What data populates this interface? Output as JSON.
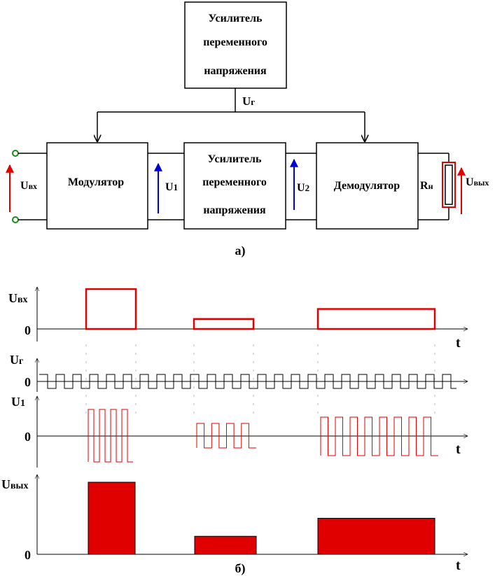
{
  "diagram_a": {
    "caption": "а)",
    "blocks": {
      "top_amp": [
        "Усилитель",
        "переменного",
        "напряжения"
      ],
      "modulator": "Модулятор",
      "mid_amp": [
        "Усилитель",
        "переменного",
        "напряжения"
      ],
      "demodulator": "Демодулятор"
    },
    "signals": {
      "ur_main": "U",
      "ur_sub": "г",
      "uin_main": "U",
      "uin_sub": "вх",
      "u1_main": "U",
      "u1_sub": "1",
      "u2_main": "U",
      "u2_sub": "2",
      "rn_main": "R",
      "rn_sub": "н",
      "uout_main": "U",
      "uout_sub": "вых"
    }
  },
  "diagram_b": {
    "caption": "б)",
    "time_label": "t",
    "zero_label": "0",
    "rows": {
      "uin_main": "U",
      "uin_sub": "вх",
      "ur_main": "U",
      "ur_sub": "г",
      "u1_main": "U",
      "u1_sub": "1",
      "uout_main": "U",
      "uout_sub": "вых"
    },
    "pulse_levels": [
      1.0,
      0.25,
      0.5
    ],
    "u1_half_periods_per_pulse": [
      8,
      8,
      16
    ],
    "colors": {
      "signal": "#e00000",
      "input_signal": "#000000",
      "wire": "#000000",
      "uin_arrow": "#e00000",
      "u_arrow": "#0000d0"
    }
  }
}
